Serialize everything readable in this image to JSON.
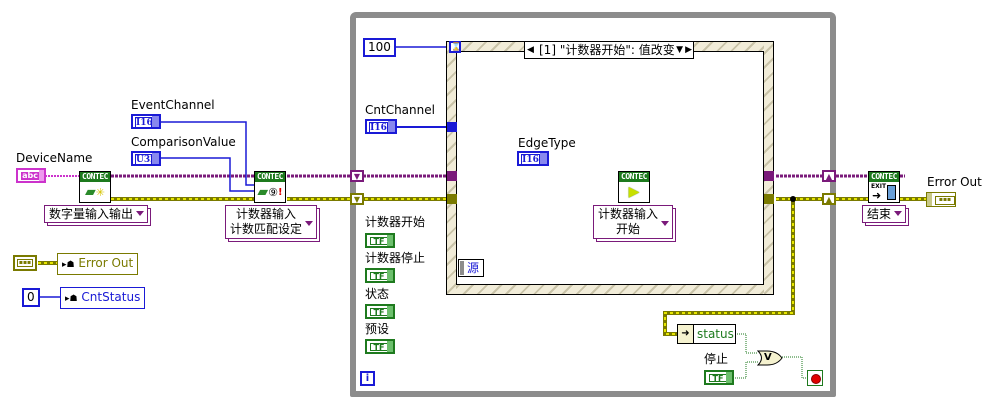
{
  "left_inputs": {
    "device_name": {
      "label": "DeviceName",
      "type_tag": "abc"
    },
    "event_channel": {
      "label": "EventChannel",
      "type_tag": "I16"
    },
    "comparison_value": {
      "label": "ComparisonValue",
      "type_tag": "U32"
    }
  },
  "vis": {
    "open": {
      "header": "CONTEC",
      "icon": "device-open-icon",
      "function_label": "数字量输入输出"
    },
    "compare_setup": {
      "header": "CONTEC",
      "icon": "counter-compare-icon",
      "function_label_line1": "计数器输入",
      "function_label_line2": "计数匹配设定"
    },
    "counter_start": {
      "header": "CONTEC",
      "icon": "play-icon",
      "function_label_line1": "计数器输入",
      "function_label_line2": "开始"
    },
    "exit": {
      "header": "CONTEC",
      "icon": "exit-door-icon",
      "icon_text": "EXIT",
      "function_label": "结束"
    }
  },
  "local_variables": {
    "error_out": {
      "label": "Error Out",
      "constant_tag": "error-cluster"
    },
    "cnt_status": {
      "label": "CntStatus",
      "constant_value": "0"
    }
  },
  "while_loop": {
    "timeout_constant": "100",
    "cnt_channel": {
      "label": "CntChannel",
      "type_tag": "I16"
    },
    "booleans": [
      {
        "label": "计数器开始",
        "tag": "TF"
      },
      {
        "label": "计数器停止",
        "tag": "TF"
      },
      {
        "label": "状态",
        "tag": "TF"
      },
      {
        "label": "预设",
        "tag": "TF"
      }
    ],
    "iteration_terminal": "i",
    "status_unbundle": "status",
    "stop_label": "停止",
    "stop_tag": "TF",
    "or_gate_symbol": "V"
  },
  "event_structure": {
    "case_selector": "[1] \"计数器开始\": 值改变",
    "edge_type": {
      "label": "EdgeType",
      "type_tag": "I16"
    },
    "event_data_node": "源"
  },
  "outputs": {
    "error_out": {
      "label": "Error Out"
    }
  },
  "colors": {
    "wire_int": "#1a1ad6",
    "wire_string": "#cc33cc",
    "wire_refnum": "#7a1a7a",
    "wire_error": "#7a7a00",
    "wire_error_stripe": "#e6e600",
    "wire_bool": "#1e7a1e",
    "loop_border": "#8c8c8c"
  }
}
